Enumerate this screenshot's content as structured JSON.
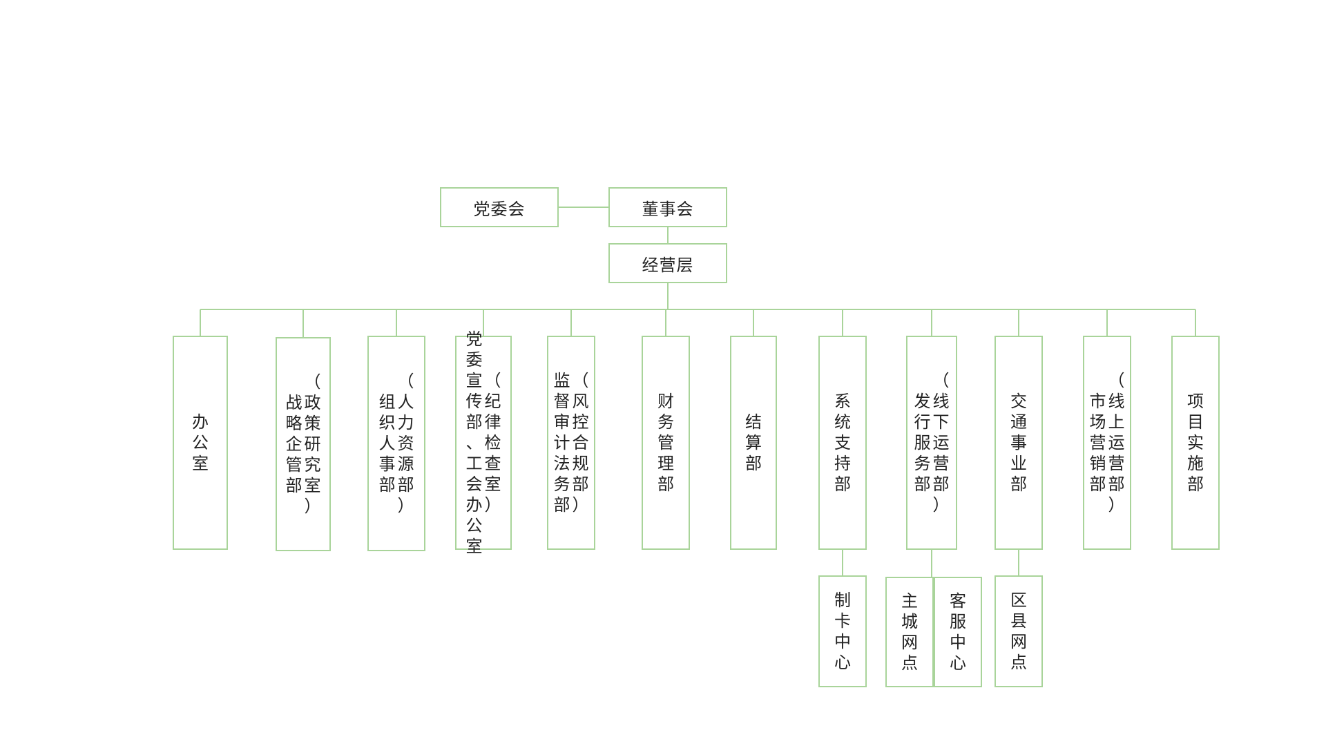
{
  "colors": {
    "border": "#a9d49a",
    "line": "#a9d49a",
    "text": "#222222"
  },
  "top": {
    "party_committee": "党委会",
    "board": "董事会",
    "management": "经营层"
  },
  "departments": [
    {
      "id": "office",
      "columns": [
        "办公室"
      ]
    },
    {
      "id": "strategy",
      "columns": [
        "（政策研究室）",
        "战略企管部"
      ]
    },
    {
      "id": "hr",
      "columns": [
        "（人力资源部）",
        "组织人事部"
      ]
    },
    {
      "id": "publicity",
      "columns": [
        "（纪律检查室）",
        "党委宣传部、工会办公室"
      ]
    },
    {
      "id": "audit",
      "columns": [
        "（风控合规部）",
        "监督审计法务部"
      ]
    },
    {
      "id": "finance",
      "columns": [
        "财务管理部"
      ]
    },
    {
      "id": "settlement",
      "columns": [
        "结算部"
      ]
    },
    {
      "id": "system",
      "columns": [
        "系统支持部"
      ]
    },
    {
      "id": "issuance",
      "columns": [
        "（线下运营部）",
        "发行服务部"
      ]
    },
    {
      "id": "transport",
      "columns": [
        "交通事业部"
      ]
    },
    {
      "id": "marketing",
      "columns": [
        "（线上运营部）",
        "市场营销部"
      ]
    },
    {
      "id": "project",
      "columns": [
        "项目实施部"
      ]
    }
  ],
  "sub_units": [
    {
      "id": "card-center",
      "parent": "system",
      "columns": [
        "制卡中心"
      ]
    },
    {
      "id": "main-city-outlets",
      "parent": "issuance",
      "columns": [
        "主城网点"
      ]
    },
    {
      "id": "customer-service",
      "parent": "issuance",
      "columns": [
        "客服中心"
      ]
    },
    {
      "id": "district-outlets",
      "parent": "transport",
      "columns": [
        "区县网点"
      ]
    }
  ]
}
